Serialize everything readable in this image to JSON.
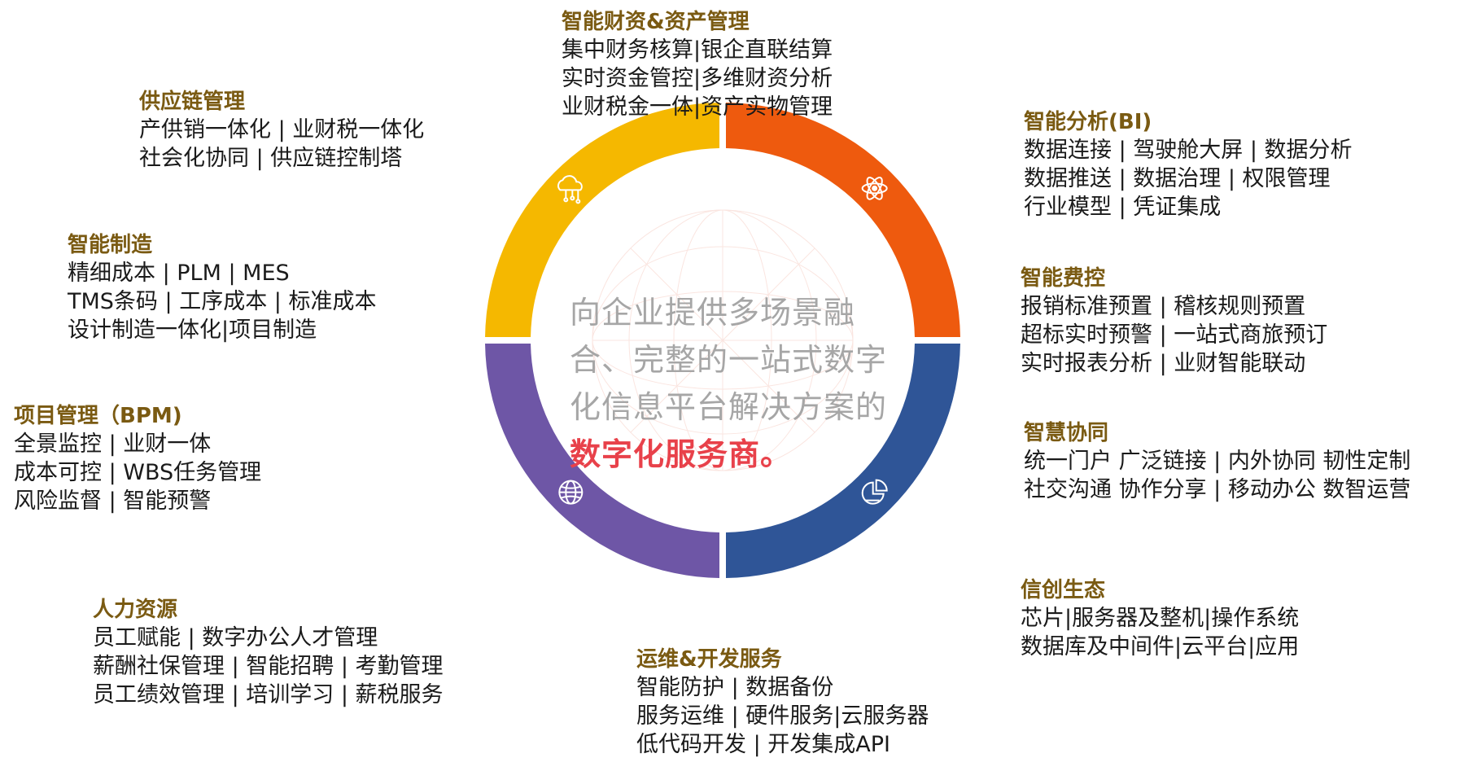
{
  "colors": {
    "title": "#7a5a12",
    "text": "#1a1a1a",
    "center_text": "#a6a6a6",
    "highlight": "#e8414a",
    "seg_yellow": "#f5b800",
    "seg_orange": "#ee5a0e",
    "seg_blue": "#2f5597",
    "seg_purple": "#6e56a6"
  },
  "center": {
    "text": "向企业提供多场景融合、完整的一站式数字化信息平台解决方案的",
    "highlight": "数字化服务商。"
  },
  "icons": [
    "cloud-circuit-icon",
    "atom-icon",
    "globe-icon",
    "pie-chart-icon"
  ],
  "modules": [
    {
      "key": "finance",
      "title": "智能财资&资产管理",
      "lines": [
        "集中财务核算|银企直联结算",
        "实时资金管控|多维财资分析",
        "业财税金一体|资产实物管理"
      ]
    },
    {
      "key": "supply",
      "title": "供应链管理",
      "lines": [
        "产供销一体化 | 业财税一体化",
        "社会化协同 | 供应链控制塔"
      ]
    },
    {
      "key": "manufacturing",
      "title": "智能制造",
      "lines": [
        "精细成本 | PLM | MES",
        "TMS条码 | 工序成本 | 标准成本",
        "设计制造一体化|项目制造"
      ]
    },
    {
      "key": "project",
      "title": "项目管理（BPM)",
      "lines": [
        "全景监控 | 业财一体",
        "成本可控 | WBS任务管理",
        "风险监督 | 智能预警"
      ]
    },
    {
      "key": "hr",
      "title": "人力资源",
      "lines": [
        "员工赋能 | 数字办公人才管理",
        "薪酬社保管理 | 智能招聘 | 考勤管理",
        "员工绩效管理 | 培训学习 | 薪税服务"
      ]
    },
    {
      "key": "ops",
      "title": "运维&开发服务",
      "lines": [
        "智能防护 | 数据备份",
        "服务运维 | 硬件服务|云服务器",
        "低代码开发 | 开发集成API"
      ]
    },
    {
      "key": "bi",
      "title": "智能分析(BI)",
      "lines": [
        "数据连接 | 驾驶舱大屏 | 数据分析",
        "数据推送 | 数据治理 | 权限管理",
        "行业模型 | 凭证集成"
      ]
    },
    {
      "key": "expense",
      "title": "智能费控",
      "lines": [
        "报销标准预置 | 稽核规则预置",
        "超标实时预警 | 一站式商旅预订",
        "实时报表分析 | 业财智能联动"
      ]
    },
    {
      "key": "collab",
      "title": "智慧协同",
      "lines": [
        "统一门户 广泛链接 | 内外协同 韧性定制",
        "社交沟通 协作分享 | 移动办公 数智运营"
      ]
    },
    {
      "key": "xinchuang",
      "title": "信创生态",
      "lines": [
        "芯片|服务器及整机|操作系统",
        "数据库及中间件|云平台|应用"
      ]
    }
  ]
}
